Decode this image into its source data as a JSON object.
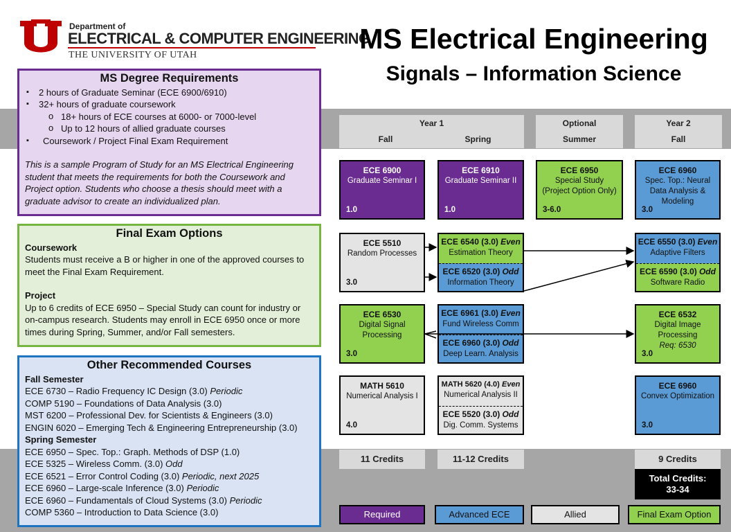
{
  "logo": {
    "dept": "Department of",
    "name": "ELECTRICAL & COMPUTER ENGINEERING",
    "uni": "THE UNIVERSITY OF UTAH",
    "mark": "U"
  },
  "title": "MS Electrical Engineering",
  "subtitle": "Signals – Information Science",
  "requirements": {
    "heading": "MS Degree Requirements",
    "items": [
      "2 hours of Graduate Seminar (ECE 6900/6910)",
      "32+ hours of graduate coursework",
      "18+ hours of ECE courses at 6000- or 7000-level",
      "Up to 12 hours of allied graduate courses",
      "Coursework / Project Final Exam Requirement"
    ],
    "note": "This is a sample Program of Study for an MS Electrical Engineering student that meets the requirements for both the Coursework and Project option. Students who choose a thesis should meet with a graduate advisor to create an individualized plan."
  },
  "final_exam": {
    "heading": "Final Exam Options",
    "coursework_label": "Coursework",
    "coursework_text": "Students must receive a B or higher in one of the approved courses to meet the Final Exam Requirement.",
    "project_label": "Project",
    "project_text": "Up to 6 credits of ECE 6950 – Special Study can count for industry or on-campus research. Students may enroll in ECE 6950 once or more times during Spring, Summer, and/or Fall semesters."
  },
  "other": {
    "heading": "Other Recommended Courses",
    "fall_label": "Fall Semester",
    "fall": [
      {
        "text": "ECE 6730 – Radio Frequency IC Design (3.0)",
        "note": "Periodic"
      },
      {
        "text": "COMP 5190 – Foundations of Data Analysis (3.0)",
        "note": ""
      },
      {
        "text": "MST 6200 – Professional Dev. for Scientists & Engineers (3.0)",
        "note": ""
      },
      {
        "text": "ENGIN 6020 – Emerging Tech & Engineering Entrepreneurship (3.0)",
        "note": ""
      }
    ],
    "spring_label": "Spring Semester",
    "spring": [
      {
        "text": "ECE 6950 – Spec. Top.: Graph. Methods of DSP (1.0)",
        "note": ""
      },
      {
        "text": "ECE 5325 – Wireless Comm. (3.0)",
        "note": "Odd"
      },
      {
        "text": "ECE 6521 – Error Control Coding (3.0)",
        "note": "Periodic, next 2025"
      },
      {
        "text": "ECE 6960 – Large-scale Inference (3.0)",
        "note": "Periodic"
      },
      {
        "text": "ECE 6960 – Fundamentals of Cloud Systems (3.0)",
        "note": "Periodic"
      },
      {
        "text": "COMP 5360 – Introduction to Data Science (3.0)",
        "note": ""
      }
    ]
  },
  "headers": {
    "year1": "Year 1",
    "fall": "Fall",
    "spring": "Spring",
    "optional": "Optional",
    "summer": "Summer",
    "year2": "Year 2",
    "fall2": "Fall"
  },
  "courses": {
    "c6900": {
      "code": "ECE 6900",
      "name": "Graduate Seminar I",
      "credits": "1.0"
    },
    "c6910": {
      "code": "ECE 6910",
      "name": "Graduate Seminar II",
      "credits": "1.0"
    },
    "c6950": {
      "code": "ECE 6950",
      "name1": "Special Study",
      "name2": "(Project Option Only)",
      "credits": "3-6.0"
    },
    "c6960a": {
      "code": "ECE 6960",
      "name1": "Spec. Top.: Neural",
      "name2": "Data Analysis &",
      "name3": "Modeling",
      "credits": "3.0"
    },
    "c5510": {
      "code": "ECE 5510",
      "name": "Random Processes",
      "credits": "3.0"
    },
    "c6540": {
      "code": "ECE 6540 (3.0)",
      "tag": "Even",
      "name": "Estimation Theory"
    },
    "c6520": {
      "code": "ECE 6520 (3.0)",
      "tag": "Odd",
      "name": "Information Theory"
    },
    "c6550": {
      "code": "ECE 6550 (3.0)",
      "tag": "Even",
      "name": "Adaptive Filters"
    },
    "c6590": {
      "code": "ECE 6590 (3.0)",
      "tag": "Odd",
      "name": "Software Radio"
    },
    "c6530": {
      "code": "ECE 6530",
      "name1": "Digital Signal",
      "name2": "Processing",
      "credits": "3.0"
    },
    "c6961": {
      "code": "ECE 6961 (3.0)",
      "tag": "Even",
      "name": "Fund Wireless Comm"
    },
    "c6960b": {
      "code": "ECE 6960 (3.0)",
      "tag": "Odd",
      "name": "Deep Learn. Analysis"
    },
    "c6532": {
      "code": "ECE 6532",
      "name1": "Digital Image",
      "name2": "Processing",
      "req": "Req: 6530",
      "credits": "3.0"
    },
    "m5610": {
      "code": "MATH 5610",
      "name": "Numerical Analysis I",
      "credits": "4.0"
    },
    "m5620": {
      "code": "MATH 5620 (4.0)",
      "tag": "Even",
      "name": "Numerical Analysis II"
    },
    "c5520": {
      "code": "ECE 5520 (3.0)",
      "tag": "Odd",
      "name": "Dig. Comm. Systems"
    },
    "c6960c": {
      "code": "ECE 6960",
      "name": "Convex Optimization",
      "credits": "3.0"
    }
  },
  "credits": {
    "fall1": "11 Credits",
    "spring1": "11-12 Credits",
    "fall2": "9 Credits",
    "total_label": "Total Credits:",
    "total_value": "33-34"
  },
  "legend": {
    "required": "Required",
    "advanced": "Advanced ECE",
    "allied": "Allied",
    "final": "Final Exam Option"
  },
  "colors": {
    "required": "#6a2c91",
    "advanced": "#5b9bd5",
    "allied": "#e4e4e4",
    "final": "#92d050",
    "utah_red": "#be0000"
  }
}
